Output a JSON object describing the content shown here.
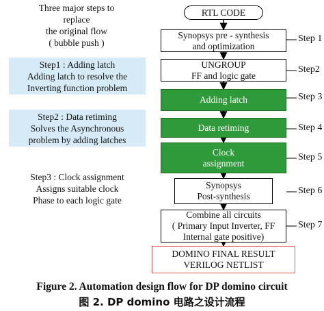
{
  "notes": {
    "intro": [
      "Three major steps to",
      "replace",
      "the original flow",
      "( bubble push )"
    ],
    "step1": [
      "Step1 : Adding latch",
      "Adding latch to resolve the",
      "Inverting function problem"
    ],
    "step2": [
      "Step2 : Data retiming",
      "Solves the Asynchronous",
      "problem by adding latches"
    ],
    "step3": [
      "Step3 : Clock assignment",
      "Assigns suitable clock",
      "Phase to each logic gate"
    ]
  },
  "flow": {
    "rtl": "RTL CODE",
    "b1": [
      "Synopsys pre - synthesis",
      "and optimization"
    ],
    "b2": [
      "UNGROUP",
      "FF and logic gate"
    ],
    "b3": "Adding latch",
    "b4": "Data retiming",
    "b5": [
      "Clock",
      "assignment"
    ],
    "b6": [
      "Synopsys",
      "Post-synthesis"
    ],
    "b7": [
      "Combine all circuits",
      "( Primary Input Inverter, FF",
      "Internal gate positive)"
    ],
    "final": [
      "DOMINO FINAL RESULT",
      "VERILOG NETLIST"
    ]
  },
  "steps": [
    "Step 1",
    "Step2",
    "Step 3",
    "Step 4",
    "Step 5",
    "Step 6",
    "Step 7"
  ],
  "caption": {
    "en": "Figure 2. Automation design flow for DP domino circuit",
    "zh": "图 2. DP domino 电路之设计流程"
  },
  "colors": {
    "green": "#2f9a3a",
    "blue_note": "#d6ebf7",
    "final_border": "#e05555"
  }
}
